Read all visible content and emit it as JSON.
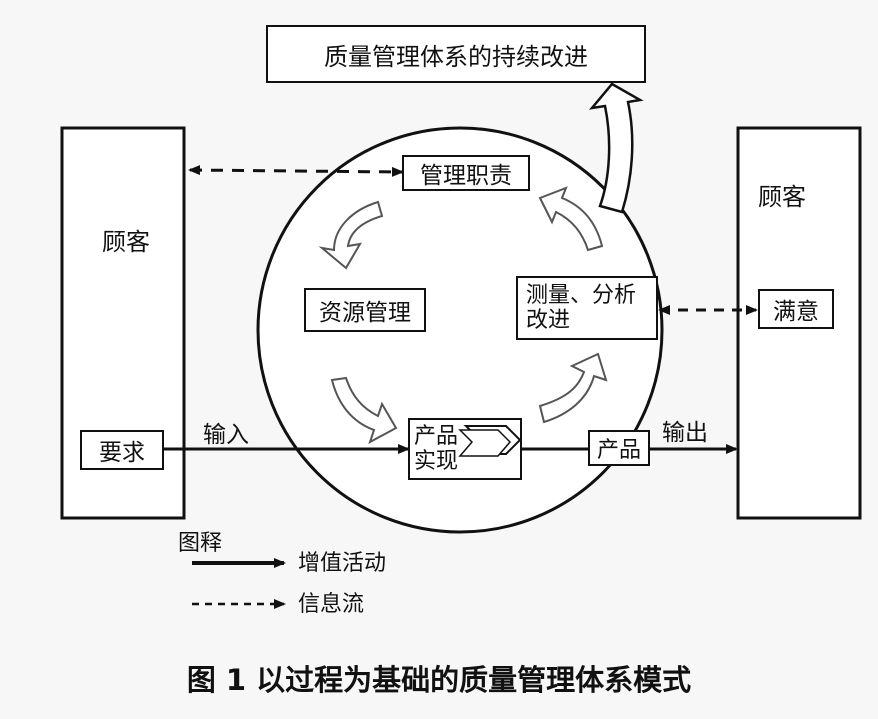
{
  "title_box": "质量管理体系的持续改进",
  "left_column": {
    "label": "顾客",
    "requirement": "要求"
  },
  "right_column": {
    "label": "顾客",
    "satisfaction": "满意"
  },
  "process": {
    "management_responsibility": "管理职责",
    "resource_management": "资源管理",
    "measurement_line1": "测量、分析",
    "measurement_line2": "改进",
    "realization_line1": "产品",
    "realization_line2": "实现"
  },
  "flow": {
    "input": "输入",
    "output": "输出",
    "product": "产品"
  },
  "legend": {
    "title": "图释",
    "value_added": "增值活动",
    "information_flow": "信息流"
  },
  "caption": "图 1   以过程为基础的质量管理体系模式"
}
